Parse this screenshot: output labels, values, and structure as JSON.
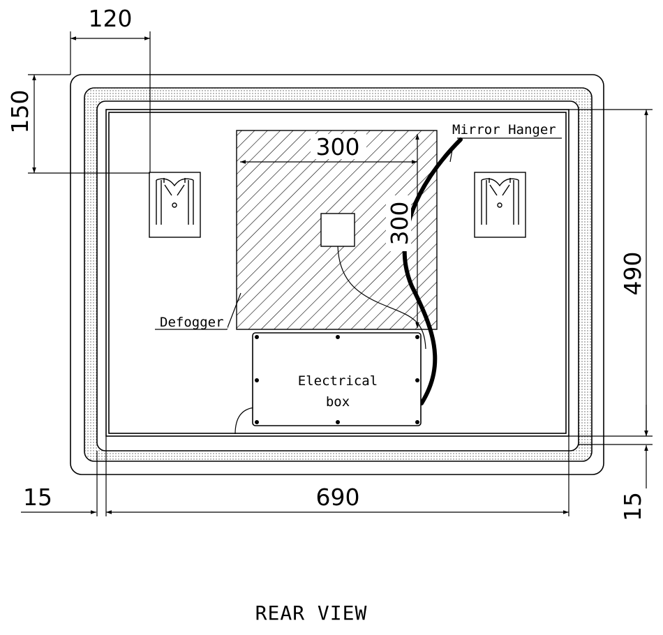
{
  "dimensions": {
    "hanger_offset_x": "120",
    "hanger_offset_y": "150",
    "defogger_width": "300",
    "defogger_height": "300",
    "mirror_height": "490",
    "mirror_width": "690",
    "margin_left": "15",
    "margin_bottom": "15"
  },
  "labels": {
    "mirror_hanger": "Mirror Hanger",
    "defogger": "Defogger",
    "electrical_box_line1": "Electrical",
    "electrical_box_line2": "box"
  },
  "title": "REAR VIEW"
}
